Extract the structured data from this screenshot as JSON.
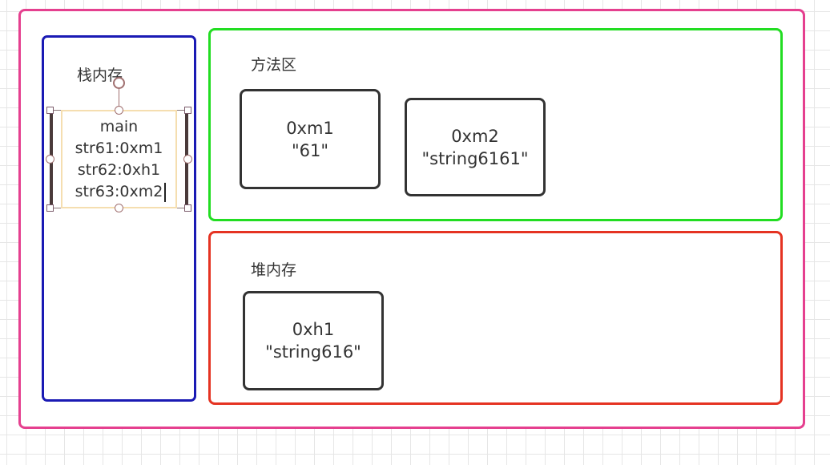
{
  "diagram": {
    "stack": {
      "label": "栈内存",
      "frame": {
        "title": "main",
        "vars": [
          "str61:0xm1",
          "str62:0xh1",
          "str63:0xm2"
        ]
      }
    },
    "method_area": {
      "label": "方法区",
      "nodes": [
        {
          "addr": "0xm1",
          "value": "\"61\""
        },
        {
          "addr": "0xm2",
          "value": "\"string6161\""
        }
      ]
    },
    "heap": {
      "label": "堆内存",
      "nodes": [
        {
          "addr": "0xh1",
          "value": "\"string616\""
        }
      ]
    }
  },
  "colors": {
    "outer_border": "#e5408f",
    "stack_border": "#1a1ab4",
    "method_area_border": "#22dd22",
    "heap_border": "#e53322",
    "selection_handle": "#a07070"
  }
}
